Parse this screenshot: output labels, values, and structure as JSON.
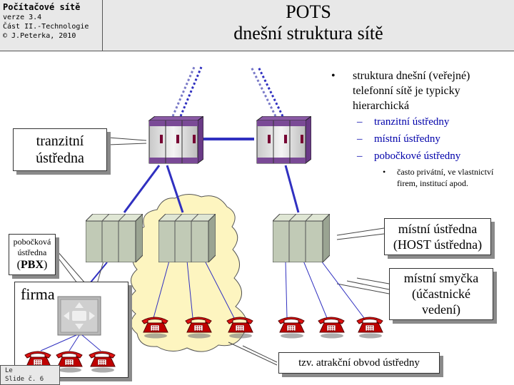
{
  "header": {
    "course": "Počítačové sítě",
    "version": "verze 3.4",
    "part": "Část II.-Technologie",
    "author": "© J.Peterka, 2010",
    "title": "POTS",
    "subtitle": "dnešní struktura sítě"
  },
  "footer": {
    "line1": "Le",
    "line2": "Slide č. 6"
  },
  "labels": {
    "tranzit_1": "tranzitní",
    "tranzit_2": "ústředna",
    "pbx_1": "pobočková",
    "pbx_2": "ústředna",
    "pbx_3a": "(",
    "pbx_3b": "PBX",
    "pbx_3c": ")",
    "firma": "firma",
    "mistni_1": "místní ústředna",
    "mistni_2": "(HOST ústředna)",
    "smycka_1": "místní smyčka",
    "smycka_2": "(účastnické",
    "smycka_3": "vedení)",
    "atrakce": "tzv. atrakční obvod ústředny"
  },
  "bullets": {
    "main": "struktura dnešní (veřejné) telefonní sítě je typicky hierarchická",
    "sub": [
      "tranzitní ústředny",
      "místní ústředny",
      "pobočkové ústředny"
    ],
    "subsub": "často privátní, ve vlastnictví firem, institucí apod."
  },
  "colors": {
    "accent": "#0000aa",
    "link_blue": "#3030c0",
    "header_bg": "#e8e8e8",
    "cloud": "#fdf5c0"
  }
}
